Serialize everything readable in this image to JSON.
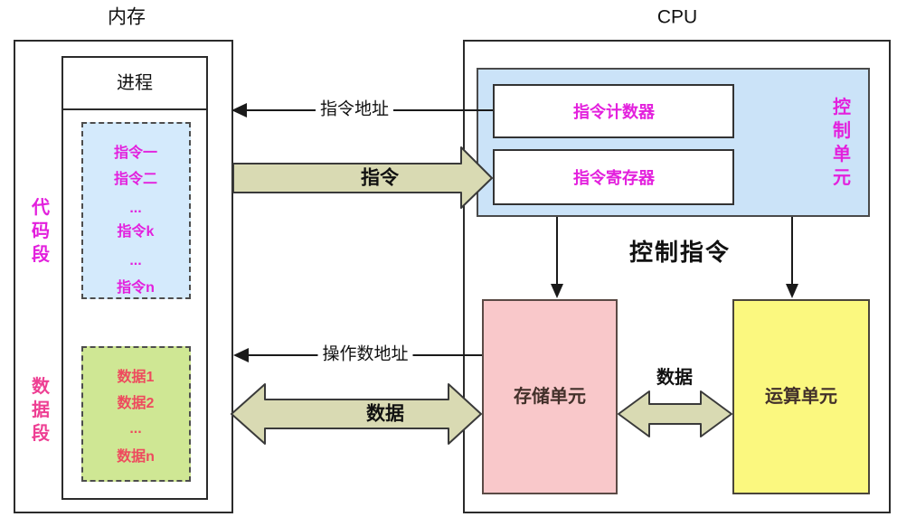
{
  "memory": {
    "title": "内存",
    "process_label": "进程",
    "code_segment": {
      "label": "代码段",
      "label_chars": [
        "代",
        "码",
        "段"
      ],
      "items": [
        "指令一",
        "指令二",
        "...",
        "指令k",
        "...",
        "指令n"
      ]
    },
    "data_segment": {
      "label": "数据段",
      "label_chars": [
        "数",
        "据",
        "段"
      ],
      "items": [
        "数据1",
        "数据2",
        "...",
        "数据n"
      ]
    }
  },
  "cpu": {
    "title": "CPU",
    "control_unit": {
      "label": "控制单元",
      "label_chars": [
        "控",
        "制",
        "单",
        "元"
      ],
      "instruction_counter": "指令计数器",
      "instruction_register": "指令寄存器"
    },
    "storage_unit_label": "存储单元",
    "alu_label": "运算单元",
    "control_instruction_label": "控制指令"
  },
  "arrows": {
    "instruction_address": "指令地址",
    "instruction": "指令",
    "operand_address": "操作数地址",
    "data_memory_storage": "数据",
    "data_storage_alu": "数据"
  },
  "colors": {
    "light-blue": "#cbe3f8",
    "light-blue-2": "#d4eafc",
    "light-green": "#cfe794",
    "pink": "#f9c8ca",
    "yellow": "#fbf87f",
    "olive": "#d9dab3",
    "magenta": "#e320dd",
    "rose": "#ee3f93",
    "red-pink": "#ee4b5e",
    "unit-text": "#42302a",
    "ink": "#1a1a1a"
  }
}
